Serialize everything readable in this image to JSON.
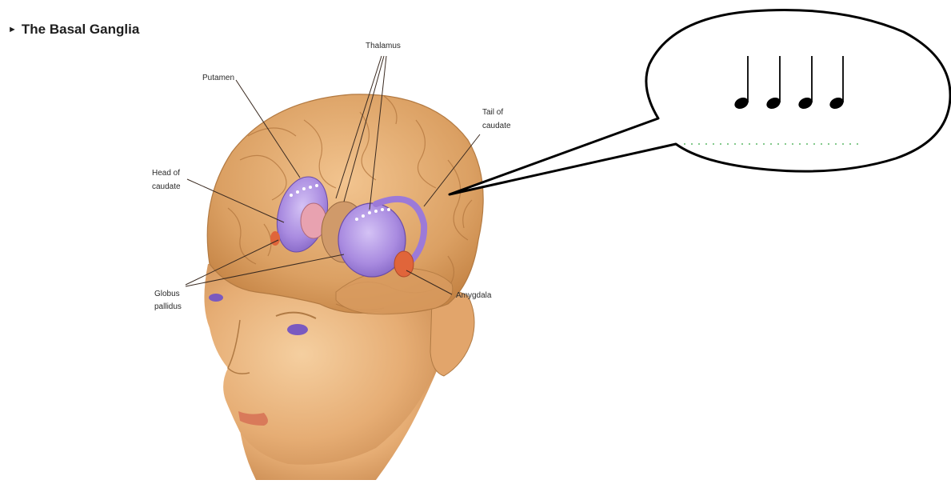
{
  "title": "The Basal Ganglia",
  "title_marker_icon": "right-triangle-icon",
  "labels": {
    "putamen": "Putamen",
    "thalamus": "Thalamus",
    "tail_of_caudate_line1": "Tail of",
    "tail_of_caudate_line2": "caudate",
    "head_of_caudate_line1": "Head of",
    "head_of_caudate_line2": "caudate",
    "globus_pallidus_line1": "Globus",
    "globus_pallidus_line2": "pallidus",
    "amygdala": "Amygdala"
  },
  "speech_bubble": {
    "note_count": 4,
    "note_icon": "quarter-note-icon"
  },
  "colors": {
    "skin": "#e8b27a",
    "brain": "#dca46a",
    "basal_ganglia": "#a98be0",
    "amygdala": "#e0653a",
    "note": "#000000",
    "staff_dots": "#5ab866"
  }
}
